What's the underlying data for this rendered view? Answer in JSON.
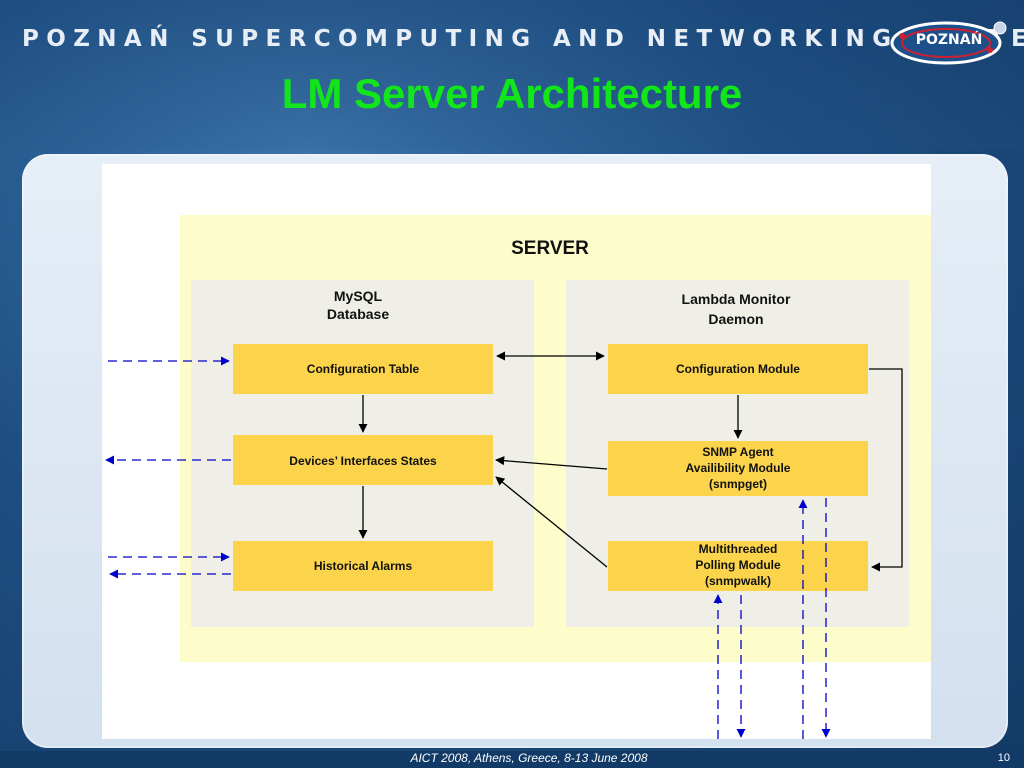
{
  "header": {
    "organization": "POZNAŃ SUPERCOMPUTING AND NETWORKING CENTER",
    "title": "LM Server Architecture",
    "logo_text": "POZNAŃ"
  },
  "diagram": {
    "server_label": "SERVER",
    "database_group": {
      "title_line1": "MySQL",
      "title_line2": "Database",
      "boxes": {
        "config_table": "Configuration Table",
        "interfaces_states": "Devices’ Interfaces States",
        "historical_alarms": "Historical Alarms"
      }
    },
    "daemon_group": {
      "title_line1": "Lambda Monitor",
      "title_line2": "Daemon",
      "boxes": {
        "config_module": "Configuration Module",
        "snmp_line1": "SNMP Agent",
        "snmp_line2": "Availibility Module",
        "snmp_line3": "(snmpget)",
        "polling_line1": "Multithreaded",
        "polling_line2": "Polling Module",
        "polling_line3": "(snmpwalk)"
      }
    },
    "colors": {
      "server_bg": "#fdfccb",
      "group_bg": "#efefe7",
      "box_fill": "#fbd44b",
      "external_arrow": "#0000cc",
      "internal_arrow": "#000000",
      "title_green": "#12e61a"
    }
  },
  "footer": {
    "text": "AICT 2008, Athens, Greece, 8-13 June 2008",
    "page_number": "10"
  }
}
